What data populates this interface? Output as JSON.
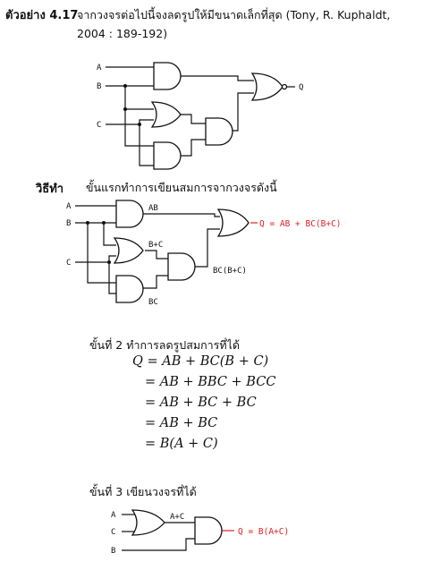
{
  "example": {
    "label": "ตัวอย่าง 4.17",
    "text": "จากวงจรต่อไปนี้จงลดรูปให้มีขนาดเล็กที่สุด (Tony, R. Kuphaldt, 2004 : 189-192)"
  },
  "circuit1": {
    "input_a": "A",
    "input_b": "B",
    "input_c": "C",
    "output": "Q"
  },
  "solution": {
    "label": "วิธีทำ",
    "text": "ขั้นแรกทำการเขียนสมการจากวงจรดังนี้"
  },
  "circuit2": {
    "input_a": "A",
    "input_b": "B",
    "input_c": "C",
    "ab": "AB",
    "b_plus_c": "B+C",
    "bc": "BC",
    "bc_term": "BC(B+C)",
    "output_eq": "Q = AB + BC(B+C)"
  },
  "step2": {
    "label": "ขั้นที่ 2 ทำการลดรูปสมการที่ได้",
    "lines": [
      "Q = AB + BC(B + C)",
      "= AB + BBC + BCC",
      "= AB + BC + BC",
      "= AB + BC",
      "= B(A + C)"
    ]
  },
  "step3": {
    "label": "ขั้นที่ 3 เขียนวงจรที่ได้"
  },
  "circuit3": {
    "input_a": "A",
    "input_c": "C",
    "input_b": "B",
    "a_plus_c": "A+C",
    "output_eq": "Q = B(A+C)"
  },
  "colors": {
    "ink": "#111111",
    "accent_red": "#e02020"
  }
}
